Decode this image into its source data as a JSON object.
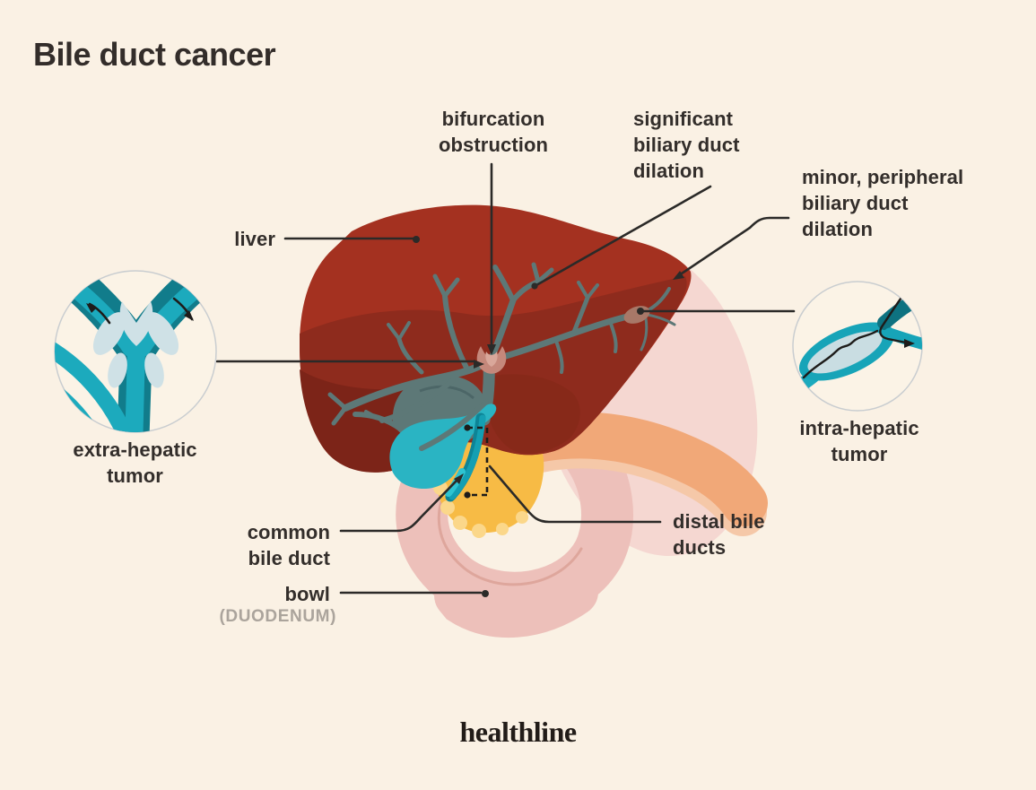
{
  "page": {
    "title": "Bile duct cancer",
    "brand": "healthline",
    "background_color": "#faf1e4",
    "text_color": "#332e2b",
    "muted_text_color": "#aba49c",
    "connector_color": "#2b2a28"
  },
  "labels": {
    "bifurcation_obstruction": "bifurcation\nobstruction",
    "significant_dilation": "significant\nbiliary duct\ndilation",
    "minor_peripheral_dilation": "minor, peripheral\nbiliary duct\ndilation",
    "liver": "liver",
    "extra_hepatic_tumor": "extra-hepatic\ntumor",
    "intra_hepatic_tumor": "intra-hepatic\ntumor",
    "common_bile_duct": "common\nbile duct",
    "distal_bile_ducts": "distal bile\nducts",
    "bowl": "bowl",
    "bowl_subtitle": "(DUODENUM)"
  },
  "illustration_colors": {
    "liver_light": "#a43120",
    "liver_mid": "#8e2b1d",
    "liver_dark": "#7c2418",
    "bile_duct_slate": "#5d7877",
    "gallbladder_teal": "#2ab4c3",
    "common_duct_teal": "#149fb3",
    "inset_teal_bright": "#1caabd",
    "inset_teal_dark": "#117c8b",
    "tumor_light_blue": "#cfe1e6",
    "hilar_tumor_rose": "#c5887b",
    "intra_tumor_brown": "#a87868",
    "stomach_pink": "#f5d7d1",
    "duodenum_pink": "#edc0ba",
    "pancreas_orange": "#f1a878",
    "pancreas_head_yellow": "#f7bb45"
  }
}
